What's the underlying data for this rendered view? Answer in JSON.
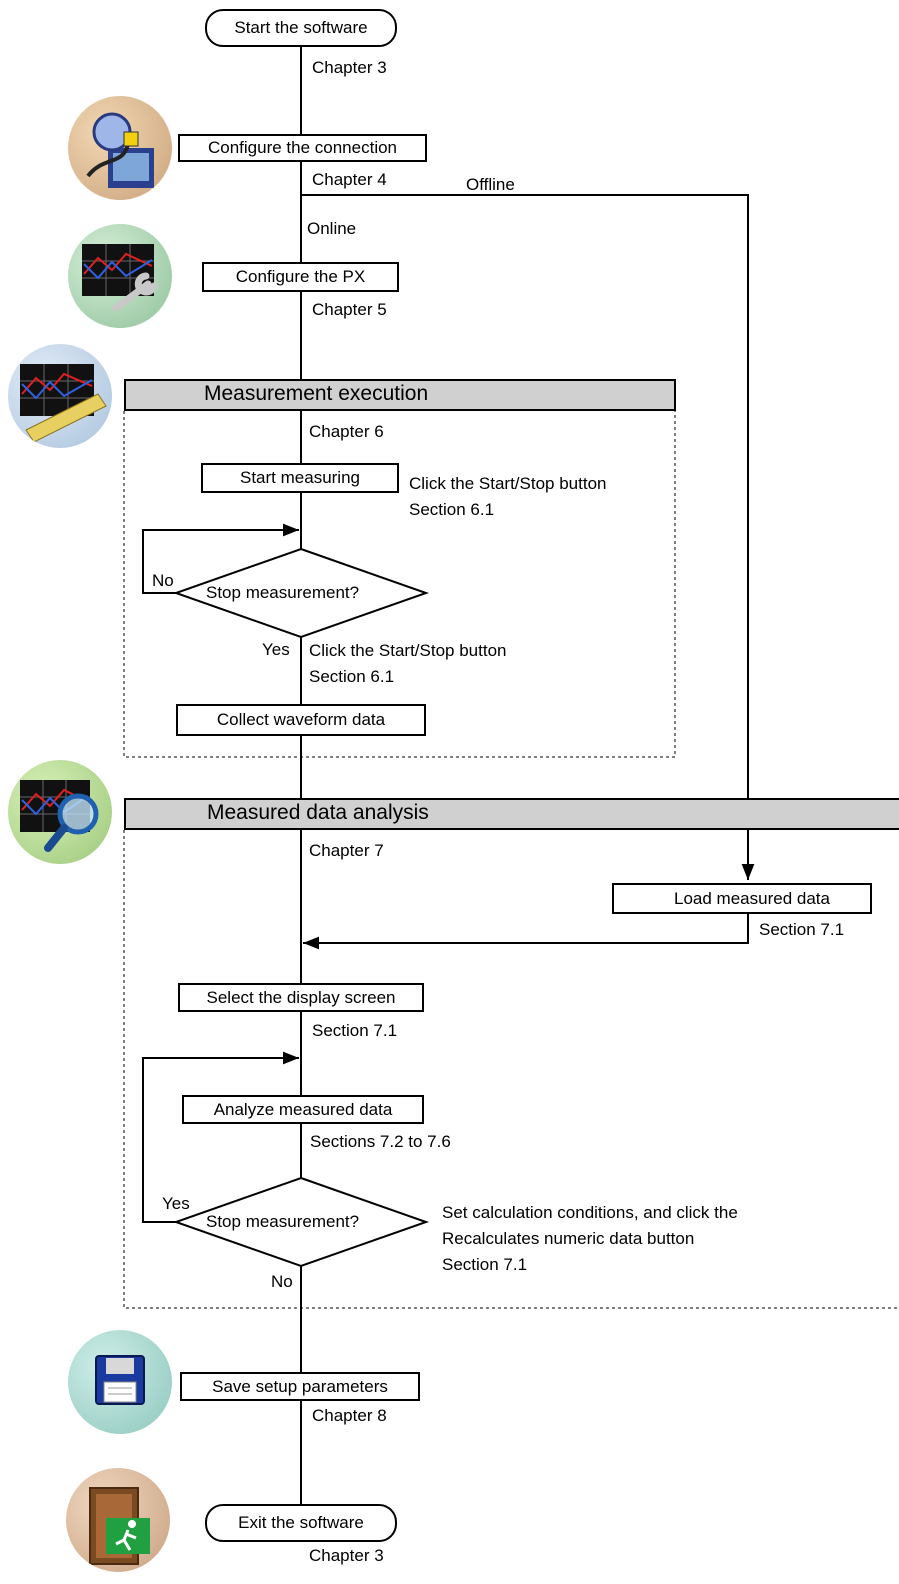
{
  "nodes": {
    "start": "Start the software",
    "connection": "Configure the connection",
    "configure_px": "Configure the PX",
    "start_measuring": "Start measuring",
    "stop_decision_1": "Stop measurement?",
    "collect": "Collect waveform data",
    "load": "Load measured data",
    "select_screen": "Select the display screen",
    "analyze": "Analyze measured data",
    "stop_decision_2": "Stop measurement?",
    "save": "Save setup parameters",
    "exit": "Exit the software"
  },
  "sections": {
    "measurement": "Measurement execution",
    "analysis": "Measured data analysis"
  },
  "labels": {
    "ch3_top": "Chapter 3",
    "ch4": "Chapter 4",
    "offline": "Offline",
    "online": "Online",
    "ch5": "Chapter 5",
    "ch6": "Chapter 6",
    "click1": "Click the Start/Stop button",
    "sec61a": "Section 6.1",
    "no1": "No",
    "yes1": "Yes",
    "click2": "Click the Start/Stop button",
    "sec61b": "Section 6.1",
    "ch7": "Chapter 7",
    "sec71_load": "Section 7.1",
    "sec71_select": "Section 7.1",
    "sections_72_76": "Sections 7.2 to 7.6",
    "yes2": "Yes",
    "no2": "No",
    "note_line1": "Set calculation conditions, and click the",
    "note_line2": "Recalculates numeric data button",
    "note_line3": "Section 7.1",
    "ch8": "Chapter 8",
    "ch3_bottom": "Chapter 3"
  },
  "icons": {
    "connection": "network-plug-icon",
    "configure": "chart-wrench-icon",
    "measurement": "chart-ruler-icon",
    "analysis": "chart-magnifier-icon",
    "save": "floppy-disk-icon",
    "exit": "emergency-exit-icon"
  }
}
